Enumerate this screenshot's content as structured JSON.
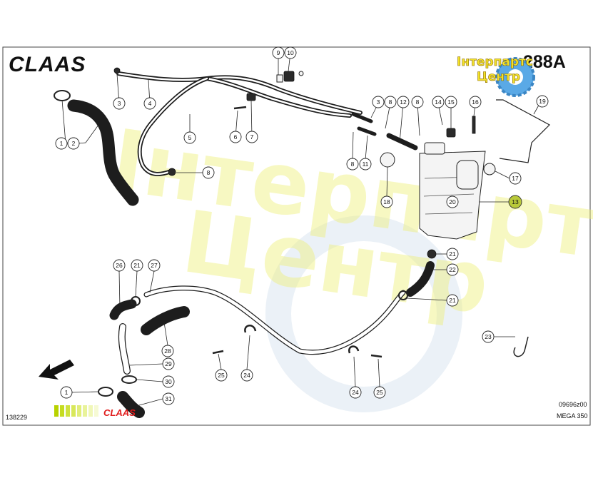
{
  "header": {
    "brand": "CLAAS",
    "page_code": "288A"
  },
  "watermark": {
    "line1": "Інтерпартс",
    "line2": "Центр"
  },
  "logo": {
    "line1": "Інтерпартс",
    "line2": "Центр"
  },
  "footer": {
    "left_number": "138229",
    "right_code": "09696z00",
    "model": "MEGA 350",
    "brand": "CLAAS"
  },
  "colors": {
    "highlight": "#b9c93a",
    "logo_yellow": "#f3e22a",
    "gear_blue": "#5aa9e6",
    "footer_red": "#e01b1b",
    "footer_green": "#b8d200"
  },
  "callouts": [
    {
      "id": "c1a",
      "label": "1"
    },
    {
      "id": "c2",
      "label": "2"
    },
    {
      "id": "c3a",
      "label": "3"
    },
    {
      "id": "c4",
      "label": "4"
    },
    {
      "id": "c5",
      "label": "5"
    },
    {
      "id": "c6",
      "label": "6"
    },
    {
      "id": "c7",
      "label": "7"
    },
    {
      "id": "c8a",
      "label": "8"
    },
    {
      "id": "c9",
      "label": "9"
    },
    {
      "id": "c10",
      "label": "10"
    },
    {
      "id": "c3b",
      "label": "3"
    },
    {
      "id": "c8b",
      "label": "8"
    },
    {
      "id": "c12",
      "label": "12"
    },
    {
      "id": "c8c",
      "label": "8"
    },
    {
      "id": "c14",
      "label": "14"
    },
    {
      "id": "c15",
      "label": "15"
    },
    {
      "id": "c16",
      "label": "16"
    },
    {
      "id": "c19",
      "label": "19"
    },
    {
      "id": "c8d",
      "label": "8"
    },
    {
      "id": "c11",
      "label": "11"
    },
    {
      "id": "c18",
      "label": "18"
    },
    {
      "id": "c17",
      "label": "17"
    },
    {
      "id": "c20",
      "label": "20"
    },
    {
      "id": "c13",
      "label": "13"
    },
    {
      "id": "c21a",
      "label": "21"
    },
    {
      "id": "c22",
      "label": "22"
    },
    {
      "id": "c21b",
      "label": "21"
    },
    {
      "id": "c26",
      "label": "26"
    },
    {
      "id": "c21c",
      "label": "21"
    },
    {
      "id": "c27",
      "label": "27"
    },
    {
      "id": "c28",
      "label": "28"
    },
    {
      "id": "c29",
      "label": "29"
    },
    {
      "id": "c30",
      "label": "30"
    },
    {
      "id": "c1b",
      "label": "1"
    },
    {
      "id": "c31",
      "label": "31"
    },
    {
      "id": "c25a",
      "label": "25"
    },
    {
      "id": "c24a",
      "label": "24"
    },
    {
      "id": "c24b",
      "label": "24"
    },
    {
      "id": "c25b",
      "label": "25"
    },
    {
      "id": "c23",
      "label": "23"
    }
  ],
  "highlighted_callout": "c13"
}
